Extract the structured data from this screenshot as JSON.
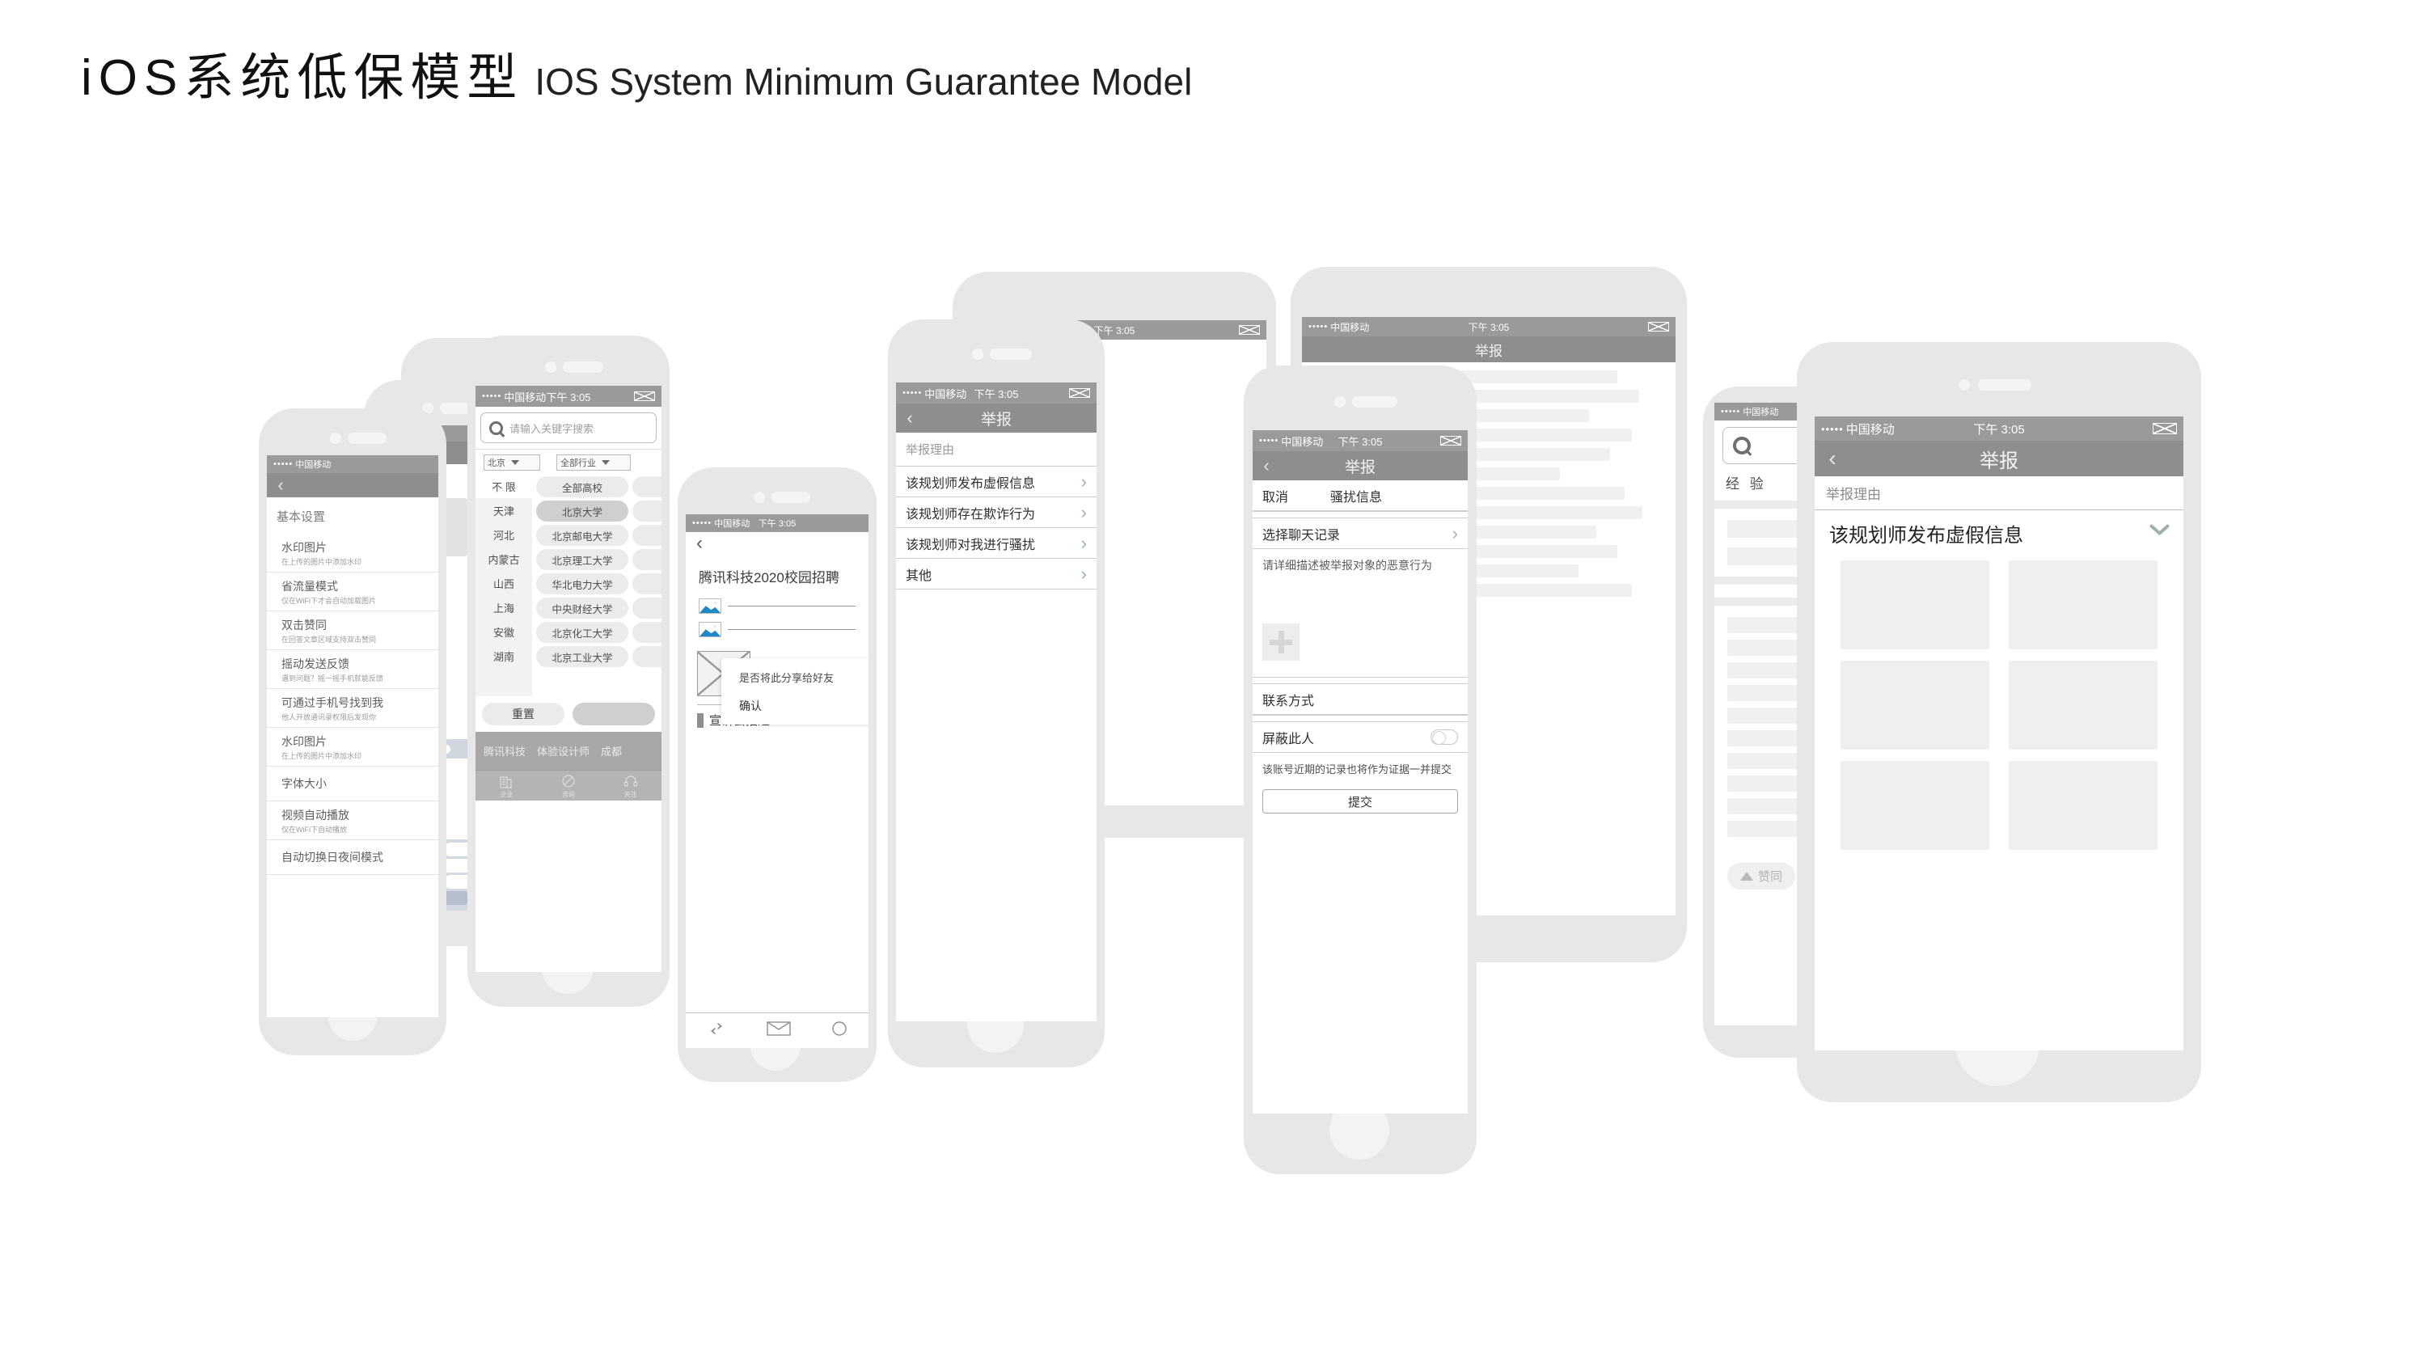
{
  "title": {
    "cn": "iOS系统低保模型",
    "en": "IOS System Minimum Guarantee Model"
  },
  "status_bar": {
    "dots": "•••••",
    "carrier": "中国移动",
    "time": "下午 3:05"
  },
  "settings_phone": {
    "group_title": "基本设置",
    "items": [
      {
        "title": "水印图片",
        "sub": "在上传的图片中添加水印"
      },
      {
        "title": "省流量模式",
        "sub": "仅在WiFi下才会自动加载图片"
      },
      {
        "title": "双击赞同",
        "sub": "在回答文章区域支持双击赞同"
      },
      {
        "title": "摇动发送反馈",
        "sub": "遇到问题？摇一摇手机就能反馈"
      },
      {
        "title": "可通过手机号找到我",
        "sub": "他人开放通讯录权限后发现你"
      },
      {
        "title": "水印图片",
        "sub": "在上传的图片中添加水印"
      },
      {
        "title": "字体大小",
        "sub": ""
      },
      {
        "title": "视频自动播放",
        "sub": "仅在WiFi下自动播放"
      },
      {
        "title": "自动切换日夜间模式",
        "sub": ""
      }
    ]
  },
  "filter_phone": {
    "search_placeholder": "请输入关键字搜索",
    "city_select": "北京",
    "industry_select": "全部行业",
    "provinces": [
      "不 限",
      "天津",
      "河北",
      "内蒙古",
      "山西",
      "上海",
      "安徽",
      "湖南"
    ],
    "active_province": "不 限",
    "universities": [
      "全部高校",
      "北京大学",
      "北京邮电大学",
      "北京理工大学",
      "华北电力大学",
      "中央财经大学",
      "北京化工大学",
      "北京工业大学"
    ],
    "active_university": "北京大学",
    "reset_label": "重置",
    "confirm_label": "",
    "dim_row": [
      "腾讯科技",
      "体验设计师",
      "成都"
    ],
    "tabs": [
      {
        "label": "企业",
        "icon": "building-icon"
      },
      {
        "label": "咨询",
        "icon": "planet-icon"
      },
      {
        "label": "关注",
        "icon": "headset-icon"
      }
    ]
  },
  "tencent_phone": {
    "page_title": "腾讯科技2020校园招聘",
    "dialog_question": "是否将此分享给好友",
    "dialog_confirm": "确认",
    "desc_label": "宣讲会描述",
    "footer_icons": [
      "repost-icon",
      "mail-icon",
      "more-icon"
    ]
  },
  "reasons_phone": {
    "nav_title": "举报",
    "section_header": "举报理由",
    "items": [
      "该规划师发布虚假信息",
      "该规划师存在欺诈行为",
      "该规划师对我进行骚扰",
      "其他"
    ]
  },
  "form_phone": {
    "nav_title": "举报",
    "cancel_label": "取消",
    "reason_value": "骚扰信息",
    "chat_record_label": "选择聊天记录",
    "description_placeholder": "请详细描述被举报对象的恶意行为",
    "add_image_label": "add-image-icon",
    "contact_label": "联系方式",
    "block_label": "屏蔽此人",
    "block_enabled": false,
    "note": "该账号近期的记录也将作为证据一并提交",
    "submit_label": "提交"
  },
  "expanded_phone": {
    "nav_title": "举报",
    "section_header": "举报理由",
    "selected_reason": "该规划师发布虚假信息",
    "image_cells": 6
  },
  "ghost_phone": {
    "like_label": "赞同",
    "experience_label": "经 验"
  },
  "colors": {
    "statusbar": "#9a9a9a",
    "navbar": "#8e8e8e",
    "frame": "#e7e7e7",
    "chip_active": "#cfcfcf",
    "thumb_blue": "#1e88c8",
    "chevron": "#9fb0b0"
  }
}
